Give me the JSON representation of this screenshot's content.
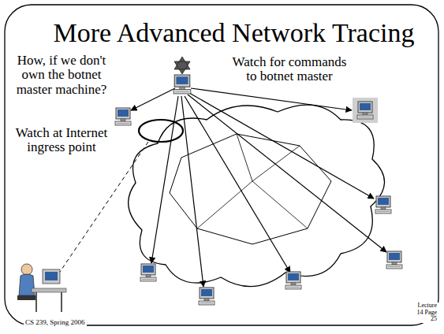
{
  "diagram": {
    "title": "More Advanced Network Tracing",
    "labels": [
      "How, if we don't own the botnet master machine?",
      "Watch for commands to botnet master",
      "Watch at Internet ingress point",
      "CS 239, Spring 2006",
      "Lecture 14 Page 25"
    ]
  }
}
